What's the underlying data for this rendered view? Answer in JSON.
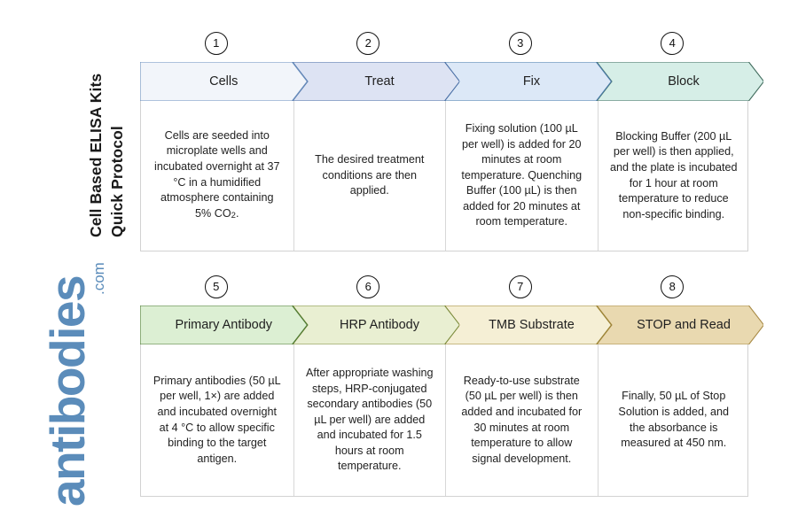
{
  "title": {
    "line1": "Cell Based ELISA Kits",
    "line2": "Quick Protocol"
  },
  "logo": {
    "word": "antibodies",
    "suffix": ".com",
    "color": "#5b8cba"
  },
  "rows": [
    {
      "row_id": "row-1",
      "steps": [
        {
          "number": "1",
          "label": "Cells",
          "fill": "#f2f5fa",
          "stroke": "#6b8fbd",
          "body_pre": "Cells are seeded into microplate wells and incubated overnight at 37 °C in a humidified atmosphere containing 5% CO",
          "body_sub": "2",
          "body_post": "."
        },
        {
          "number": "2",
          "label": "Treat",
          "fill": "#dde3f3",
          "stroke": "#4a6fa5",
          "body_pre": "The desired treatment conditions are then applied.",
          "body_sub": "",
          "body_post": ""
        },
        {
          "number": "3",
          "label": "Fix",
          "fill": "#dce8f7",
          "stroke": "#4a7ba8",
          "body_pre": "Fixing solution (100 µL per well) is added for 20 minutes at room temperature. Quenching Buffer (100 µL) is then added for 20 minutes at room temperature.",
          "body_sub": "",
          "body_post": ""
        },
        {
          "number": "4",
          "label": "Block",
          "fill": "#d6eee7",
          "stroke": "#3f6b5c",
          "body_pre": "Blocking Buffer (200 µL per well) is then applied, and the plate is incubated for 1 hour at room temperature to reduce non-specific binding.",
          "body_sub": "",
          "body_post": ""
        }
      ]
    },
    {
      "row_id": "row-2",
      "steps": [
        {
          "number": "5",
          "label": "Primary Antibody",
          "fill": "#dcefd3",
          "stroke": "#4d7a33",
          "body_pre": "Primary antibodies (50 µL per well, 1×) are added and incubated overnight at 4 °C to allow specific binding to the target antigen.",
          "body_sub": "",
          "body_post": ""
        },
        {
          "number": "6",
          "label": "HRP Antibody",
          "fill": "#e9efd2",
          "stroke": "#7b8a3a",
          "body_pre": "After appropriate washing steps, HRP-conjugated secondary antibodies (50 µL per well) are added and incubated for 1.5 hours at room temperature.",
          "body_sub": "",
          "body_post": ""
        },
        {
          "number": "7",
          "label": "TMB Substrate",
          "fill": "#f5efd5",
          "stroke": "#9b8434",
          "body_pre": "Ready-to-use substrate (50 µL per well) is then added and incubated for 30 minutes at room temperature to allow signal development.",
          "body_sub": "",
          "body_post": ""
        },
        {
          "number": "8",
          "label": "STOP and Read",
          "fill": "#e9d9b0",
          "stroke": "#a88a46",
          "body_pre": "Finally, 50 µL of Stop Solution is added, and the absorbance is measured at 450 nm.",
          "body_sub": "",
          "body_post": ""
        }
      ]
    }
  ]
}
